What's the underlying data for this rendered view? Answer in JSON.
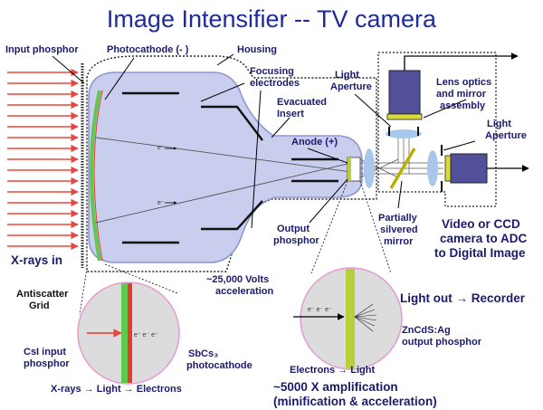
{
  "title": "Image Intensifier -- TV camera",
  "labels": {
    "input_phosphor": "Input phosphor",
    "photocathode": "Photocathode  (- )",
    "housing": "Housing",
    "focusing_1": "Focusing",
    "focusing_2": "electrodes",
    "evacuated_1": "Evacuated",
    "evacuated_2": "Insert",
    "light_aperture_top_1": "Light",
    "light_aperture_top_2": "Aperture",
    "lens_optics_1": "Lens optics",
    "lens_optics_2": "and mirror",
    "lens_optics_3": "assembly",
    "light_aperture_right_1": "Light",
    "light_aperture_right_2": "Aperture",
    "anode": "Anode (+)",
    "output_phosphor_1": "Output",
    "output_phosphor_2": "phosphor",
    "partially_silvered_1": "Partially",
    "partially_silvered_2": "silvered",
    "partially_silvered_3": "mirror",
    "video_1": "Video or CCD",
    "video_2": "camera to ADC",
    "video_3": "to Digital Image",
    "xrays_in": "X-rays in",
    "antiscatter_1": "Antiscatter",
    "antiscatter_2": "Grid",
    "volts_1": "~25,000 Volts",
    "volts_2": "acceleration",
    "light_out": "Light out → Recorder",
    "zncds_1": "ZnCdS:Ag",
    "zncds_2": "output phosphor",
    "csi_1": "CsI input",
    "csi_2": "phosphor",
    "sbcs_1": "SbCs₃",
    "sbcs_2": "photocathode",
    "xrays_light_electrons": "X-rays → Light → Electrons",
    "electrons_light": "Electrons → Light",
    "amplification_1": "~5000 X amplification",
    "amplification_2": "(minification & acceleration)",
    "electron_symbol": "e⁻",
    "electron_cluster": "e⁻ e⁻ e⁻"
  },
  "colors": {
    "title": "#1f2b99",
    "label": "#1a1a6e",
    "tube_fill": "#c9cdee",
    "xray_arrows": "#e8473f",
    "input_phosphor": "#5ec84f",
    "photocathode": "#e53a2f",
    "output_phosphor": "#b8cf3a",
    "camera": "#525098",
    "lens": "#a9c7ea",
    "mirror": "#b6b000"
  }
}
